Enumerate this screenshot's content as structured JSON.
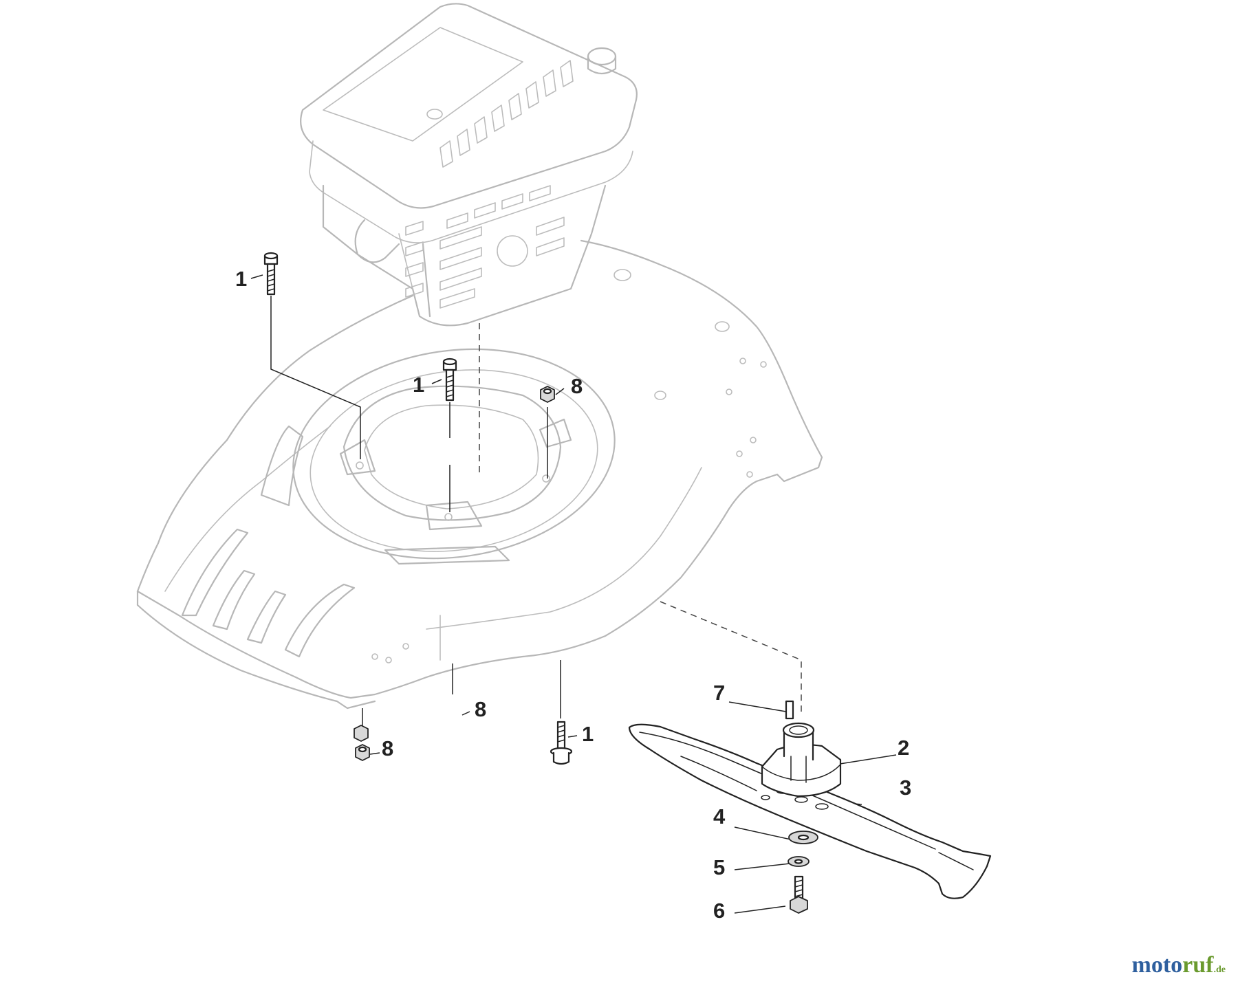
{
  "callouts": {
    "c1a": "1",
    "c1b": "1",
    "c1c": "1",
    "c2": "2",
    "c3": "3",
    "c4": "4",
    "c5": "5",
    "c6": "6",
    "c7": "7",
    "c8a": "8",
    "c8b": "8",
    "c8c": "8"
  },
  "logo": {
    "brand_main": "moto",
    "brand_accent": "ruf",
    "tld": ".de"
  },
  "colors": {
    "line": "#222222",
    "ghost": "#b7b7b7",
    "logo_blue": "#2e5f9e",
    "logo_green": "#6a9a2e"
  }
}
